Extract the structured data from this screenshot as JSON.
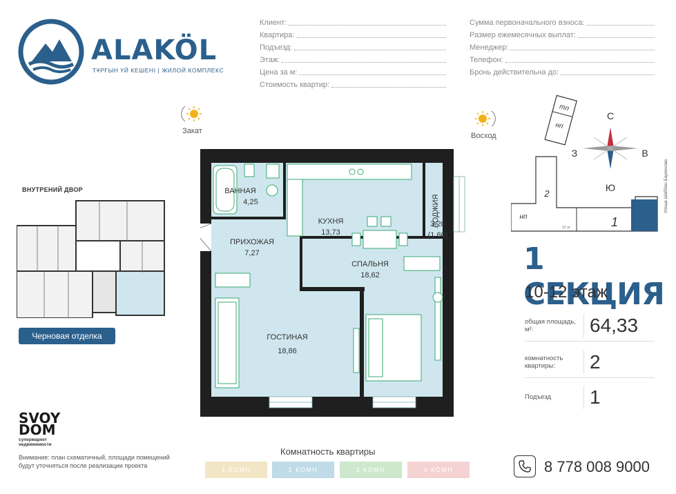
{
  "brand": {
    "name": "ALAKÖL",
    "subtitle": "ТҰРҒЫН ҮЙ КЕШЕНІ | ЖИЛОЙ КОМПЛЕКС"
  },
  "form": {
    "left": [
      "Клиент:",
      "Квартира:",
      "Подъезд:",
      "Этаж:",
      "Цена за м:",
      "Стоимость квартир:"
    ],
    "right": [
      "Сумма первоначального взноса:",
      "Размер ежемесячных выплат:",
      "Менеджер:",
      "Телефон:",
      "Бронь действительна до:"
    ]
  },
  "sun": {
    "sunset": "Закат",
    "sunrise": "Восход"
  },
  "rooms": {
    "bath": {
      "name": "ВАННАЯ",
      "area": "4,25"
    },
    "kitchen": {
      "name": "КУХНЯ",
      "area": "13,73"
    },
    "loggia": {
      "name": "ЛОДЖИЯ",
      "area": "3,20",
      "area2": "(1,60)"
    },
    "hall": {
      "name": "ПРИХОЖАЯ",
      "area": "7,27"
    },
    "bedroom": {
      "name": "СПАЛЬНЯ",
      "area": "18,62"
    },
    "living": {
      "name": "ГОСТИНАЯ",
      "area": "18,86"
    }
  },
  "yard": {
    "title": "ВНУТРЕНИЙ ДВОР"
  },
  "finish": {
    "label": "Черновая отделка"
  },
  "partner": {
    "line1": "SVOY",
    "line2": "DOM",
    "sub1": "супермаркет",
    "sub2": "недвижимости"
  },
  "note": "Внимание: план схематичный, площади помещений будут уточняться после реализации проекта",
  "key_plan": {
    "compass": {
      "n": "С",
      "s": "Ю",
      "w": "З",
      "e": "В"
    },
    "labels": {
      "tp": "тп",
      "np1": "нп",
      "np2": "нп",
      "two": "2",
      "one": "1",
      "street": "Улица Шабдан Баукенова",
      "small": "12 эт"
    }
  },
  "section": {
    "title": "1 СЕКЦИЯ",
    "floors": "10-12 этаж"
  },
  "stats": [
    {
      "label": "общая площадь, м²:",
      "value": "64,33"
    },
    {
      "label": "комнатность квартиры:",
      "value": "2"
    },
    {
      "label": "Подъезд",
      "value": "1"
    }
  ],
  "legend": {
    "title": "Комнатность квартиры",
    "items": [
      {
        "label": "1 КОМН",
        "color": "#f3e6c6"
      },
      {
        "label": "2 КОМН",
        "color": "#bfdbe7"
      },
      {
        "label": "3 КОМН",
        "color": "#cde8cc"
      },
      {
        "label": "4 КОМН",
        "color": "#f5d3d3"
      }
    ]
  },
  "phone": "8 778 008 9000",
  "colors": {
    "brand": "#2b5f8c",
    "floor": "#cfe6ee",
    "furniture": "#3aa876"
  }
}
